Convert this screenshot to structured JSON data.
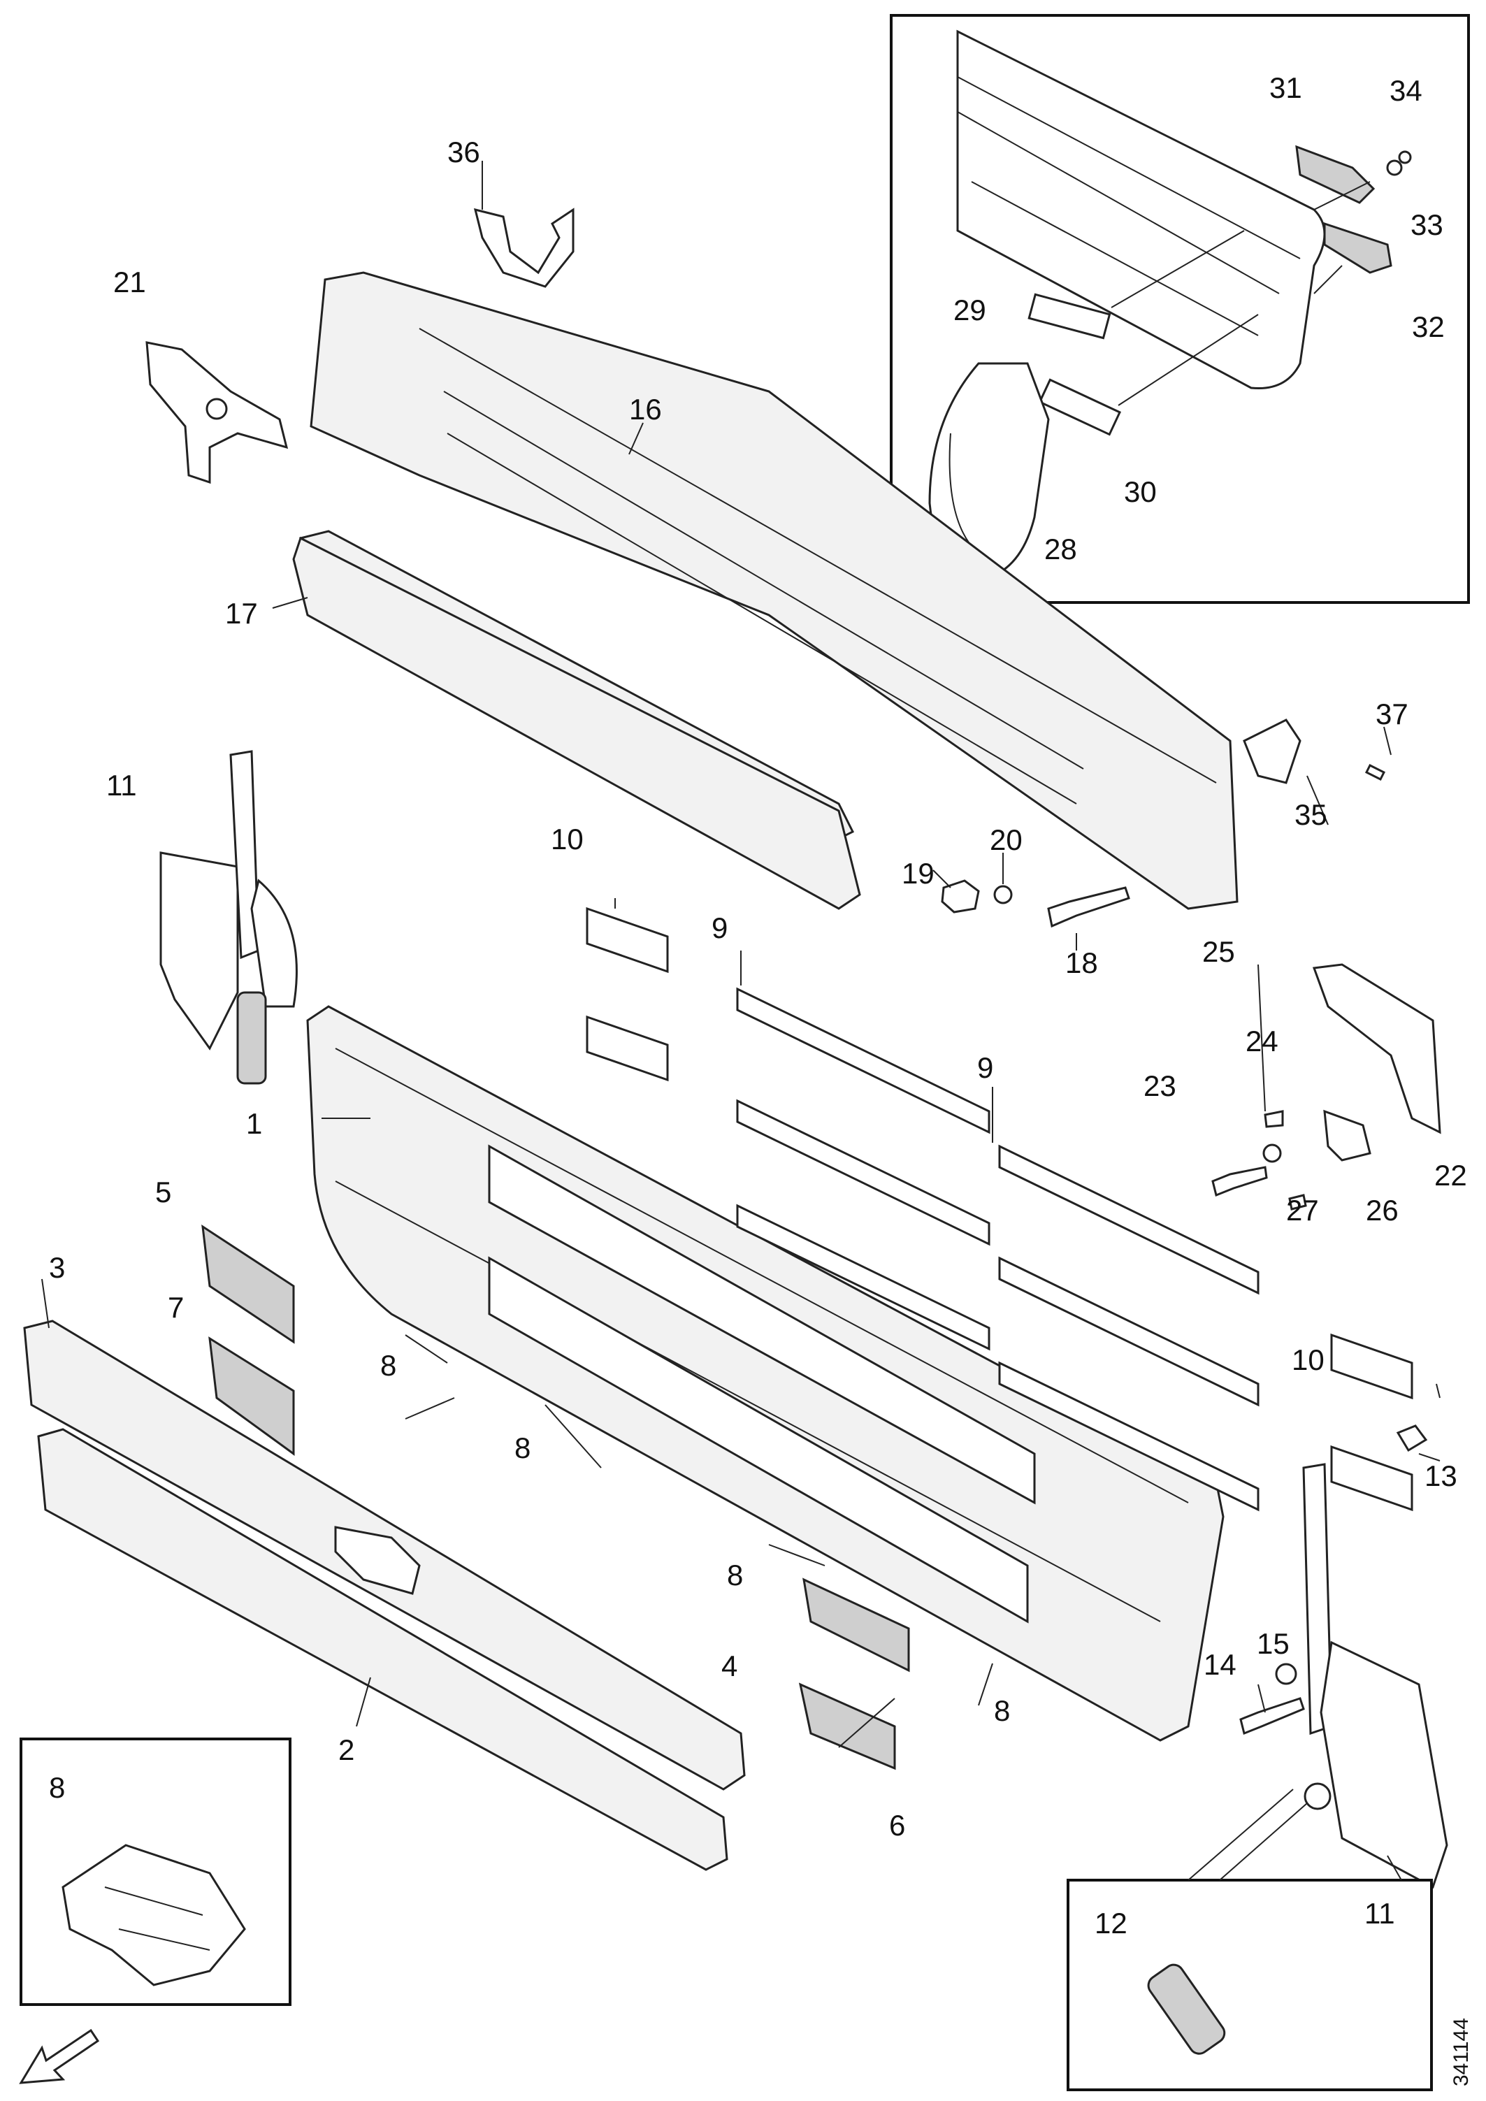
{
  "callouts": {
    "p1": "1",
    "p2": "2",
    "p3": "3",
    "p4": "4",
    "p5": "5",
    "p6": "6",
    "p7": "7",
    "p8a": "8",
    "p8b": "8",
    "p8c": "8",
    "p8d": "8",
    "p8inset": "8",
    "p9a": "9",
    "p9b": "9",
    "p10a": "10",
    "p10b": "10",
    "p11a": "11",
    "p11b": "11",
    "p12": "12",
    "p13": "13",
    "p14": "14",
    "p15": "15",
    "p16": "16",
    "p17": "17",
    "p18": "18",
    "p19": "19",
    "p20": "20",
    "p21": "21",
    "p22": "22",
    "p23": "23",
    "p24": "24",
    "p25": "25",
    "p26": "26",
    "p27": "27",
    "p28": "28",
    "p29": "29",
    "p30": "30",
    "p31": "31",
    "p32": "32",
    "p33": "33",
    "p34": "34",
    "p35": "35",
    "p36": "36",
    "p37": "37"
  },
  "document_number": "341144",
  "icons": {
    "orientation": "forward-arrow-icon",
    "clip": "clip-icon",
    "spring": "spring-icon"
  },
  "colors": {
    "line": "#222222",
    "part_fill": "#f2f2f2",
    "shade": "#cfcfcf"
  }
}
